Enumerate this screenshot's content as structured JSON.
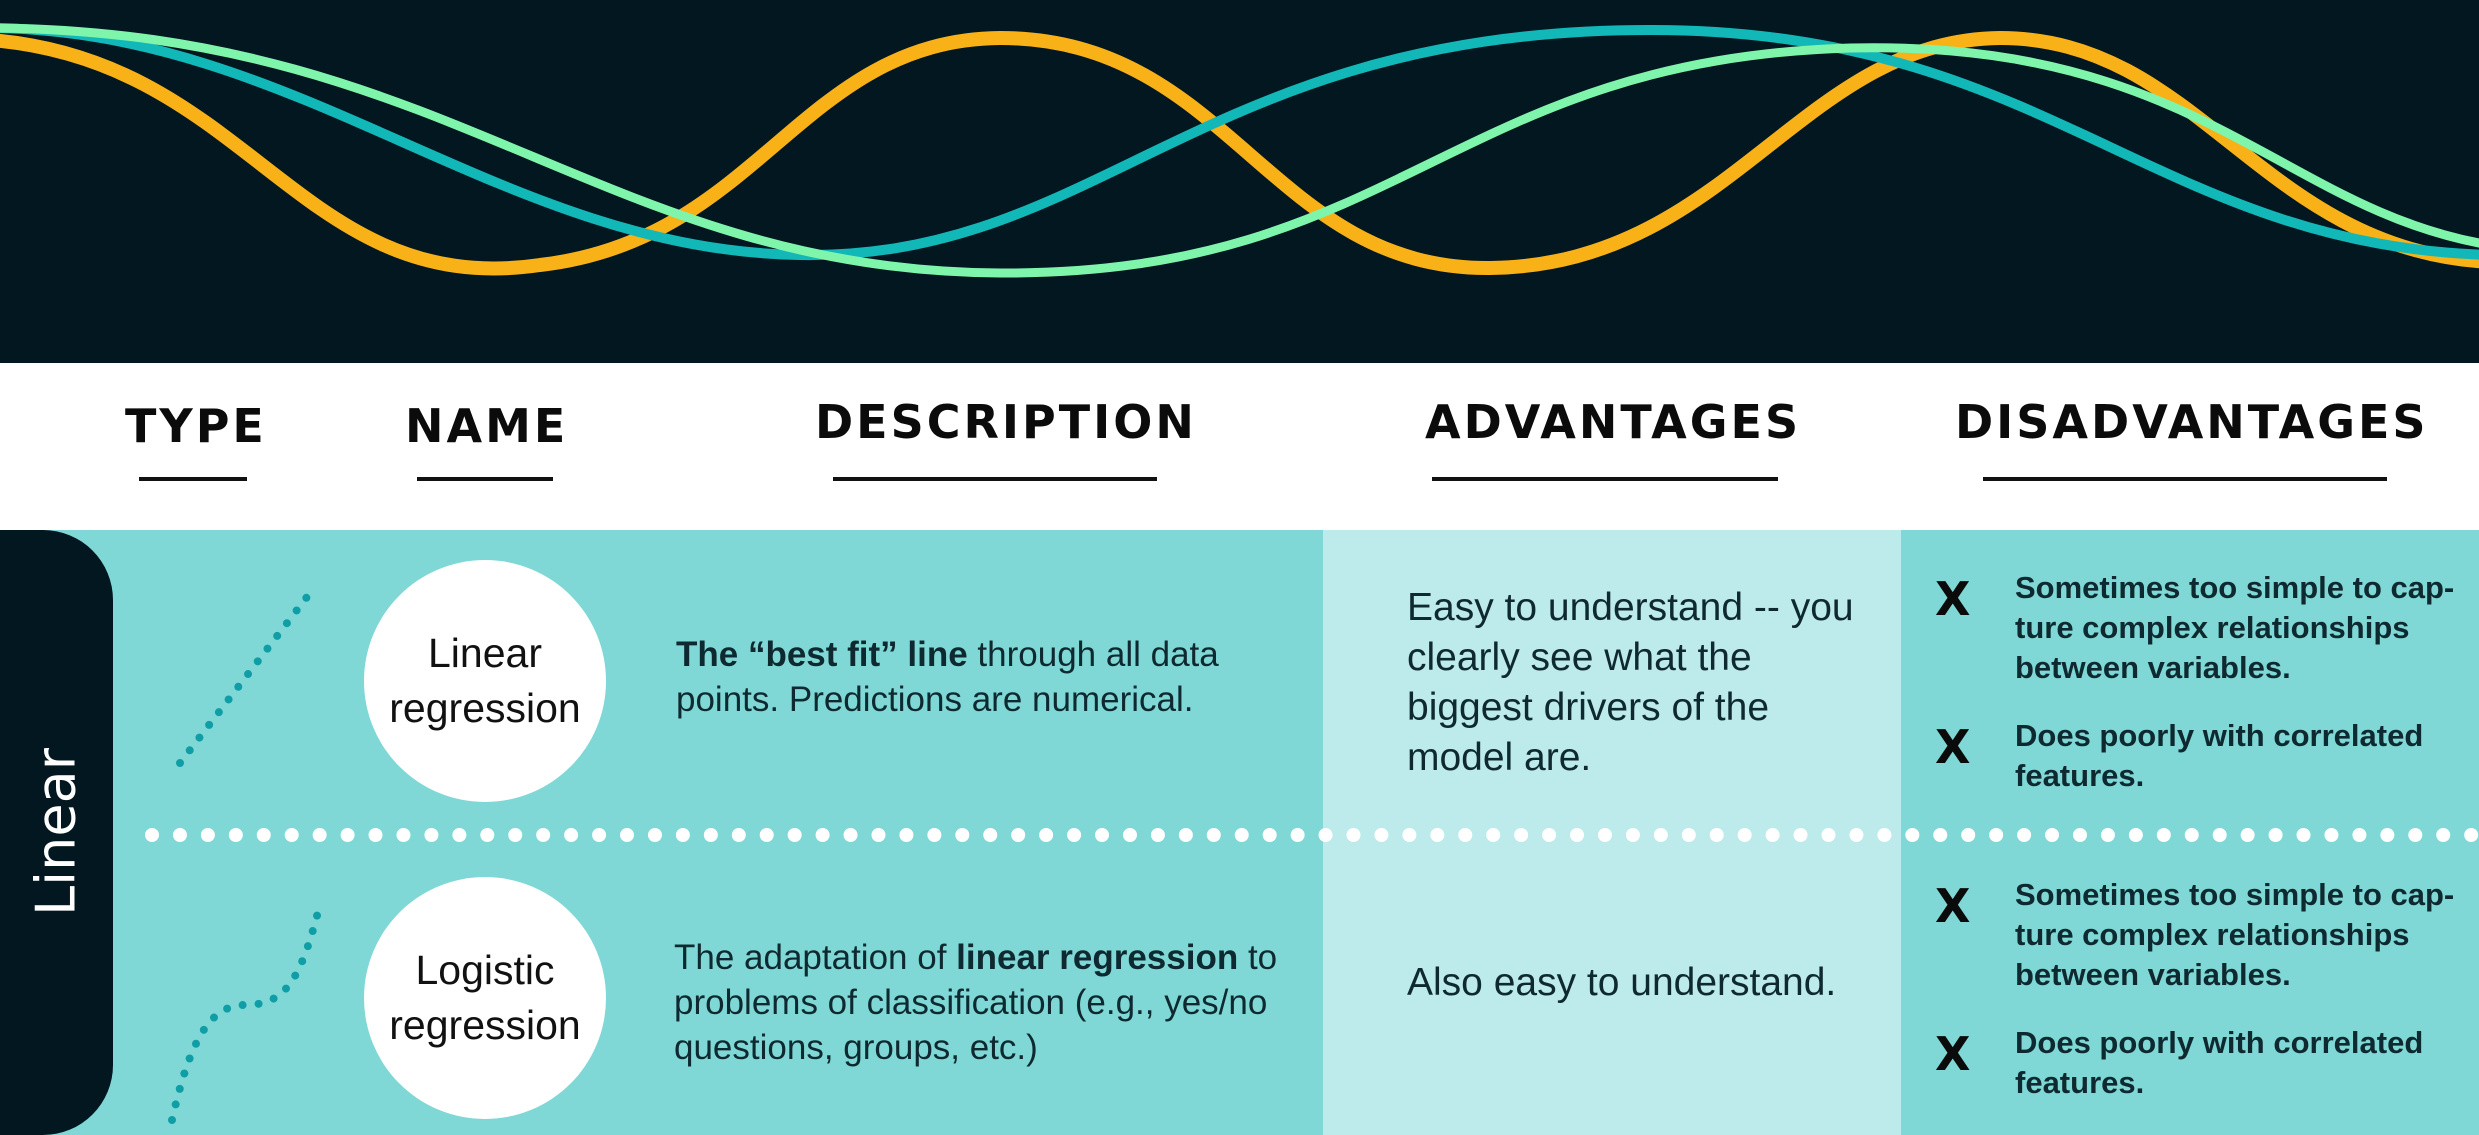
{
  "headers": {
    "type": "TYPE",
    "name": "NAME",
    "description": "DESCRIPTION",
    "advantages": "ADVANTAGES",
    "disadvantages": "DISADVANTAGES"
  },
  "group": {
    "label": "Linear"
  },
  "rows": [
    {
      "name": "Linear regression",
      "description_bold": "The “best fit” line",
      "description_rest": " through all data points. Predictions are numerical.",
      "advantage": "Easy to understand -- you clearly see what the biggest drivers of the model are.",
      "disadvantages": [
        {
          "marker": "X",
          "text": "Sometimes too simple to cap-ture complex relationships between variables."
        },
        {
          "marker": "X",
          "text": "Does poorly with correlated features."
        }
      ]
    },
    {
      "name": "Logistic regression",
      "description_pre": "The adaptation of ",
      "description_bold": "linear regression",
      "description_post": " to problems of classification (e.g., yes/no questions, groups, etc.)",
      "advantage": "Also easy to understand.",
      "disadvantages": [
        {
          "marker": "X",
          "text": "Sometimes too simple to cap-ture complex relationships between variables."
        },
        {
          "marker": "X",
          "text": "Does poorly with correlated features."
        }
      ]
    }
  ],
  "colors": {
    "banner_bg": "#021720",
    "wave_orange": "#f9b118",
    "wave_teal": "#12b8b8",
    "wave_green": "#7ff5ac",
    "table_bg": "#7fd8d6",
    "advantages_bg": "#bdeaea",
    "icon_teal": "#0f9ea5"
  }
}
